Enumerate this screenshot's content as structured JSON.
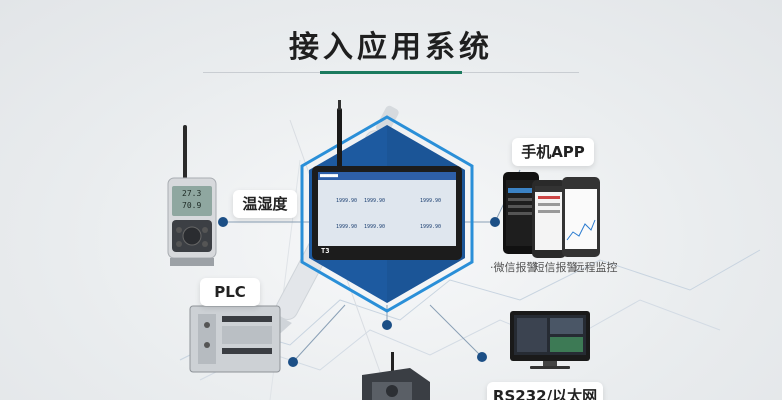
{
  "title": "接入应用系统",
  "labels": {
    "temp_humidity": "温湿度",
    "plc": "PLC",
    "mobile_app": "手机APP",
    "rs232": "RS232/以太网"
  },
  "mobile_captions": [
    "·微信报警",
    "·短信报警",
    "·远程监控"
  ],
  "sensor_display": [
    "27.3",
    "70.9"
  ],
  "device_screen": {
    "values": [
      "1999.90",
      "1999.90",
      "1999.90",
      "1999.90",
      "1999.90",
      "1999.90"
    ],
    "brand": "T3"
  },
  "colors": {
    "accent": "#1b7a5e",
    "hex_blue": "#1d5aa0",
    "dot": "#1c4f86"
  }
}
